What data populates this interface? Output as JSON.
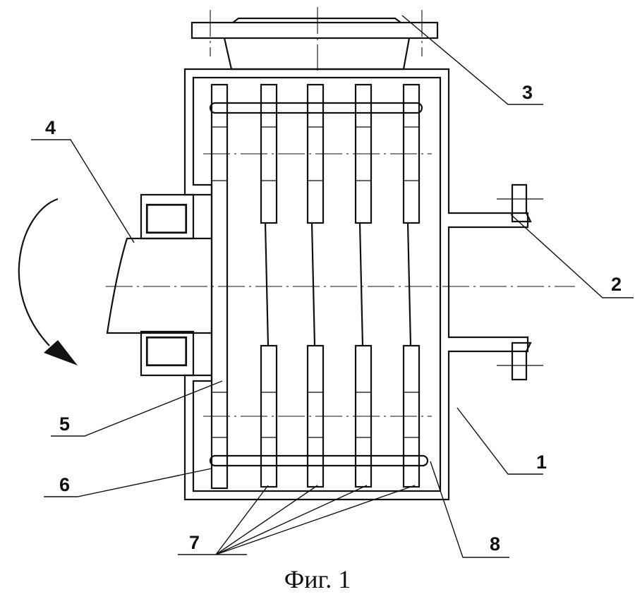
{
  "figure": {
    "caption": "Фиг. 1",
    "labels": [
      {
        "id": "housing",
        "text": "1"
      },
      {
        "id": "outlet-pipe",
        "text": "2"
      },
      {
        "id": "inlet-flange",
        "text": "3"
      },
      {
        "id": "drive-shaft",
        "text": "4"
      },
      {
        "id": "end-disc",
        "text": "5"
      },
      {
        "id": "tie-rod",
        "text": "6"
      },
      {
        "id": "rotor-discs",
        "text": "7"
      },
      {
        "id": "spacer",
        "text": "8"
      }
    ]
  }
}
